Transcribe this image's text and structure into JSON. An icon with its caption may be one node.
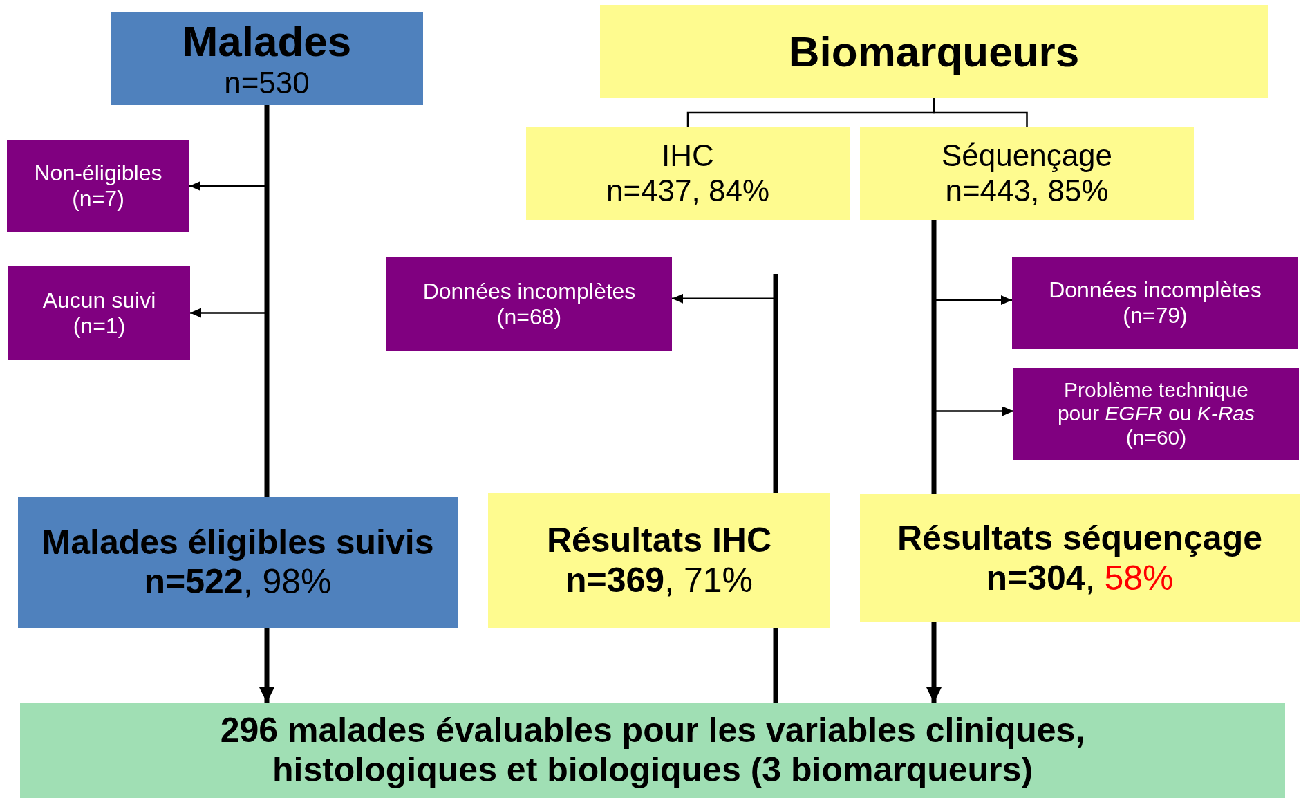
{
  "diagram": {
    "nodes": [
      {
        "text": [
          "Malades",
          "n=530"
        ]
      },
      {
        "text": [
          "Non-éligibles (n=7)"
        ]
      },
      {
        "text": [
          "Aucun suivi (n=1)"
        ]
      },
      {
        "text": [
          "Malades éligibles suivis",
          "**n=522**, 98%"
        ]
      },
      {
        "text": [
          "Biomarqueurs"
        ]
      },
      {
        "text": [
          "IHC",
          "n=437, 84%"
        ]
      },
      {
        "text": [
          "Séquençage",
          "n=443, 85%"
        ]
      },
      {
        "text": [
          "Données incomplètes (n=68)"
        ]
      },
      {
        "text": [
          "Données incomplètes (n=79)"
        ]
      },
      {
        "text": [
          "Problème technique pour *EGFR* ou *K-Ras* (n=60)"
        ]
      },
      {
        "text": [
          "Résultats IHC",
          "**n=369**, 71%"
        ]
      },
      {
        "text": [
          "Résultats séquençage",
          "**n=304**, 58%"
        ]
      },
      {
        "text": [
          "296 malades évaluables pour les variables cliniques, histologiques et biologiques (3 biomarqueurs)"
        ]
      }
    ],
    "edges": [
      {
        "from": 0,
        "to": 3,
        "arrow": "none",
        "style": "thick"
      },
      {
        "from": 0,
        "to": 1,
        "arrow": "to"
      },
      {
        "from": 0,
        "to": 2,
        "arrow": "to"
      },
      {
        "from": 3,
        "to": 12,
        "arrow": "to",
        "style": "thick"
      },
      {
        "from": 4,
        "to": 5,
        "arrow": "none"
      },
      {
        "from": 4,
        "to": 6,
        "arrow": "none"
      },
      {
        "from": null,
        "to": 10,
        "arrow": "none",
        "style": "thick"
      },
      {
        "from": null,
        "to": 7,
        "arrow": "to"
      },
      {
        "from": 10,
        "to": 12,
        "arrow": "none",
        "style": "thick"
      },
      {
        "from": 6,
        "to": 11,
        "arrow": "none",
        "style": "thick"
      },
      {
        "from": 6,
        "to": 8,
        "arrow": "to"
      },
      {
        "from": 6,
        "to": 9,
        "arrow": "to"
      },
      {
        "from": 11,
        "to": 12,
        "arrow": "to",
        "style": "thick"
      }
    ]
  }
}
